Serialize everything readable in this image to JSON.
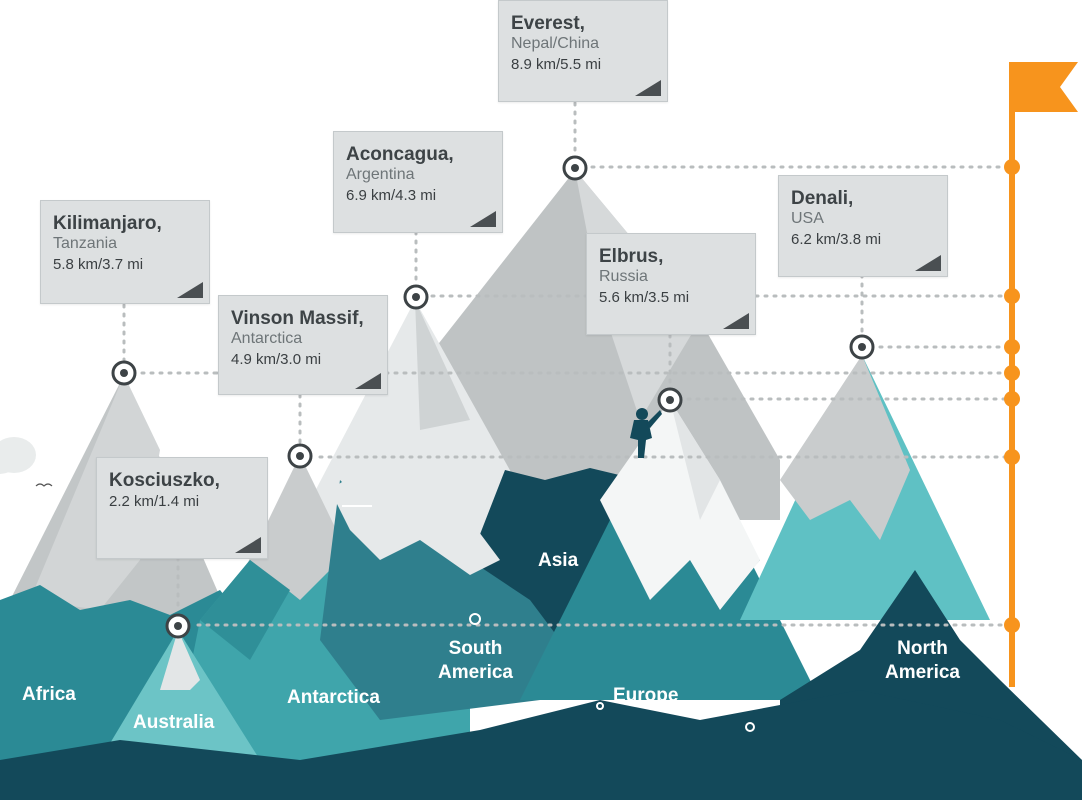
{
  "colors": {
    "snow_grey": "#c9cccd",
    "snow_white": "#f4f6f6",
    "teal_dark": "#13495a",
    "teal_mid": "#2b8a95",
    "teal_light": "#5fc1c4",
    "flag_orange": "#f7941d",
    "card_bg": "#dde0e1"
  },
  "peaks": [
    {
      "name": "Everest,",
      "country": "Nepal/China",
      "height": "8.9 km/5.5 mi"
    },
    {
      "name": "Aconcagua,",
      "country": "Argentina",
      "height": "6.9 km/4.3 mi"
    },
    {
      "name": "Denali,",
      "country": "USA",
      "height": "6.2 km/3.8 mi"
    },
    {
      "name": "Kilimanjaro,",
      "country": "Tanzania",
      "height": "5.8 km/3.7 mi"
    },
    {
      "name": "Elbrus,",
      "country": "Russia",
      "height": "5.6 km/3.5 mi"
    },
    {
      "name": "Vinson Massif,",
      "country": "Antarctica",
      "height": "4.9 km/3.0 mi"
    },
    {
      "name": "Kosciuszko,",
      "country": "",
      "height": "2.2 km/1.4 mi"
    }
  ],
  "continents": {
    "africa": "Africa",
    "australia": "Australia",
    "antarctica": "Antarctica",
    "south_america": "South\nAmerica",
    "asia": "Asia",
    "europe": "Europe",
    "north_america": "North\nAmerica"
  },
  "icons": [
    "flag-icon",
    "climber-icon",
    "cloud-icon",
    "bird-icon",
    "summit-marker-icon"
  ]
}
